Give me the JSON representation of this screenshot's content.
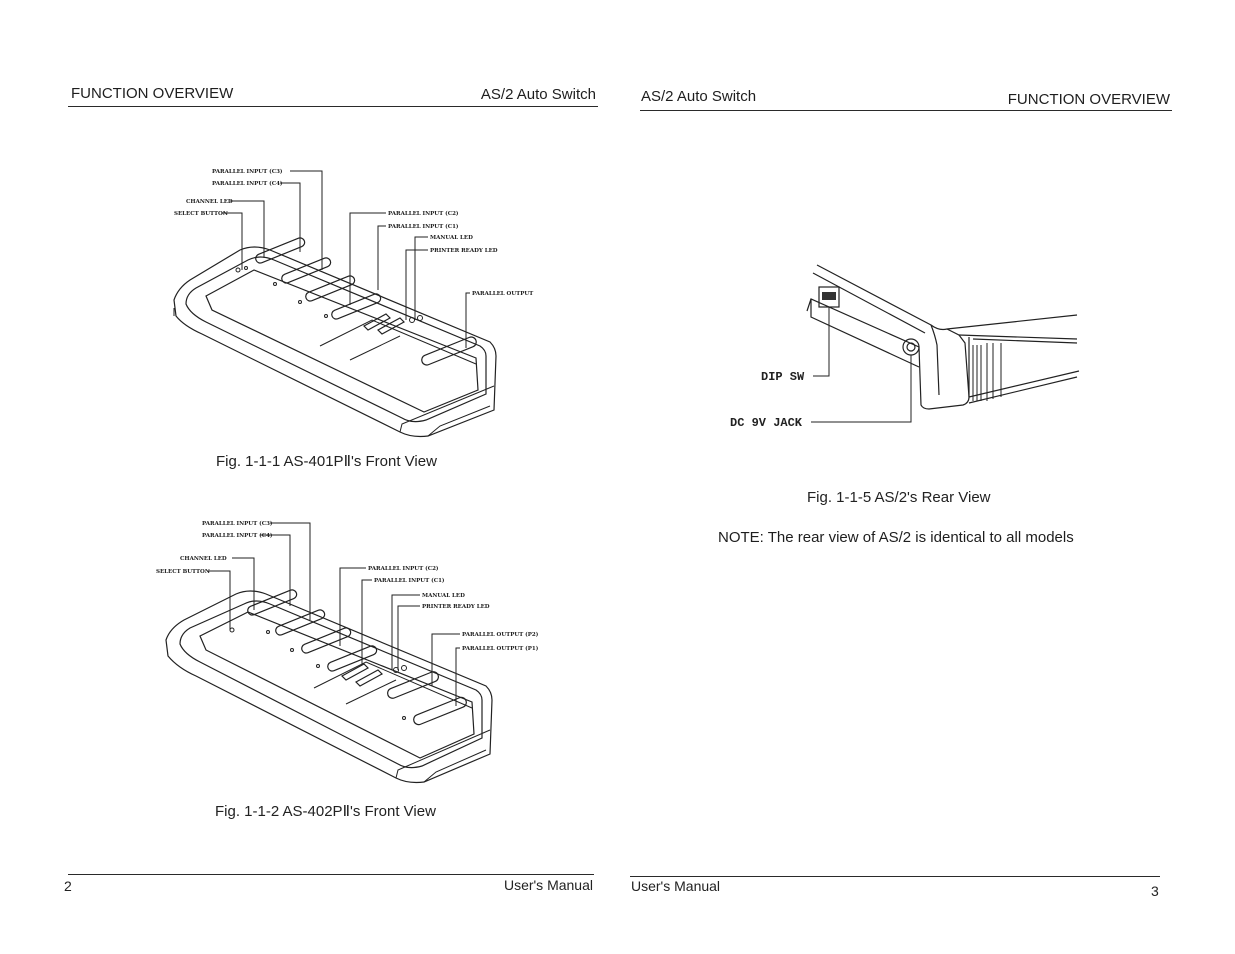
{
  "left_page": {
    "header_left": "FUNCTION OVERVIEW",
    "header_right": "AS/2 Auto Switch",
    "fig1": {
      "caption": "Fig. 1-1-1  AS-401PⅡ's Front View",
      "labels": {
        "parallel_input_c3": "PARALLEL INPUT (C3)",
        "parallel_input_c4": "PARALLEL INPUT (C4)",
        "channel_led": "CHANNEL LED",
        "select_button": "SELECT BUTTON",
        "parallel_input_c2": "PARALLEL INPUT (C2)",
        "parallel_input_c1": "PARALLEL INPUT (C1)",
        "manual_led": "MANUAL LED",
        "printer_ready_led": "PRINTER READY LED",
        "parallel_output": "PARALLEL OUTPUT"
      }
    },
    "fig2": {
      "caption": "Fig. 1-1-2  AS-402PⅡ's Front View",
      "labels": {
        "parallel_input_c3": "PARALLEL INPUT (C3)",
        "parallel_input_c4": "PARALLEL INPUT (C4)",
        "channel_led": "CHANNEL LED",
        "select_button": "SELECT BUTTON",
        "parallel_input_c2": "PARALLEL INPUT (C2)",
        "parallel_input_c1": "PARALLEL INPUT (C1)",
        "manual_led": "MANUAL LED",
        "printer_ready_led": "PRINTER READY LED",
        "parallel_output_p2": "PARALLEL OUTPUT (P2)",
        "parallel_output_p1": "PARALLEL OUTPUT (P1)"
      }
    },
    "footer_left": "2",
    "footer_right": "User's Manual"
  },
  "right_page": {
    "header_left": "AS/2 Auto Switch",
    "header_right": "FUNCTION OVERVIEW",
    "fig5": {
      "caption": "Fig. 1-1-5  AS/2's Rear View",
      "labels": {
        "dip_sw": "DIP SW",
        "dc_jack": "DC 9V JACK"
      }
    },
    "note": "NOTE: The rear view of AS/2 is identical to all models",
    "footer_left": "User's Manual",
    "footer_right": "3"
  }
}
